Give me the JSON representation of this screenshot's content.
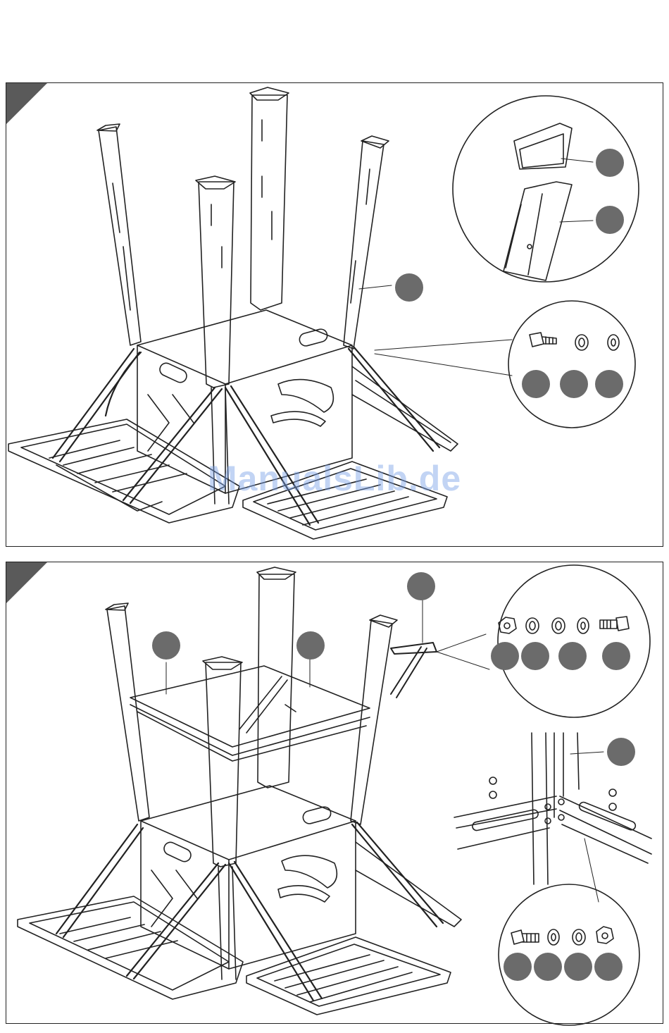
{
  "watermark": {
    "text": "ManualsLib.de"
  },
  "colors": {
    "badge": "#6b6b6b",
    "line": "#222222",
    "corner": "#5a5a5a"
  },
  "step1": {
    "detail_top": [
      "foot-cap",
      "leg-profile"
    ],
    "detail_hardware": [
      "bolt",
      "spring-washer",
      "flat-washer"
    ]
  },
  "step2": {
    "detail_hardware_top": [
      "nut",
      "spring-washer",
      "flat-washer",
      "flat-washer",
      "bolt"
    ],
    "detail_hardware_bottom": [
      "bolt",
      "flat-washer",
      "spring-washer",
      "nut"
    ]
  }
}
